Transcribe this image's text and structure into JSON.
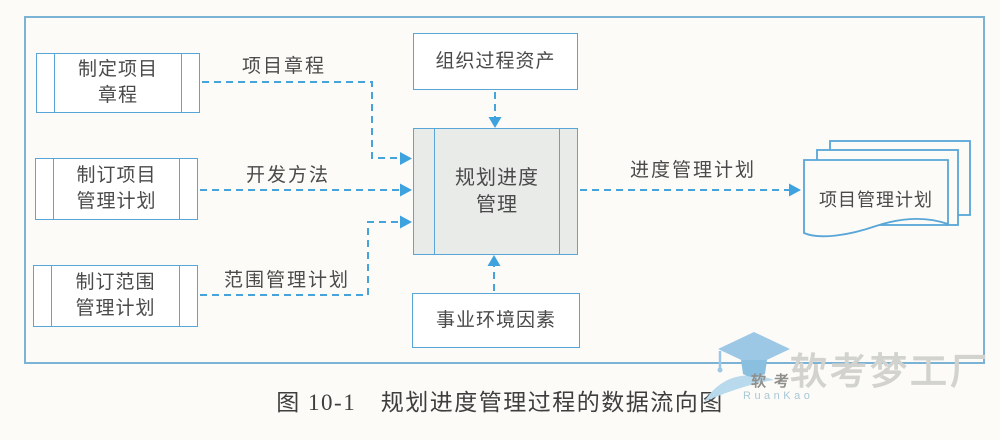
{
  "figure": {
    "caption": "图 10-1　规划进度管理过程的数据流向图"
  },
  "boxes": {
    "develop_charter": {
      "line1": "制定项目",
      "line2": "章程"
    },
    "develop_pm_plan": {
      "line1": "制订项目",
      "line2": "管理计划"
    },
    "develop_scope_plan": {
      "line1": "制订范围",
      "line2": "管理计划"
    },
    "opa": {
      "label": "组织过程资产"
    },
    "plan_schedule_mgmt": {
      "line1": "规划进度",
      "line2": "管理"
    },
    "eef": {
      "label": "事业环境因素"
    },
    "output_document": {
      "label": "项目管理计划"
    }
  },
  "flows": {
    "project_charter": "项目章程",
    "development_approach": "开发方法",
    "scope_mgmt_plan": "范围管理计划",
    "schedule_mgmt_plan": "进度管理计划"
  },
  "watermark": {
    "brand_cn": "软考",
    "brand_en": "RuanKao",
    "big_text": "软考梦工厂"
  },
  "colors": {
    "line_blue": "#45a4dc",
    "box_border": "#58a6d8",
    "frame_border": "#7cb2d4",
    "central_fill": "#e9ebe9",
    "text": "#4a4a4a",
    "watermark_gray": "#d2d2cf",
    "watermark_blue": "#a5cde8"
  }
}
